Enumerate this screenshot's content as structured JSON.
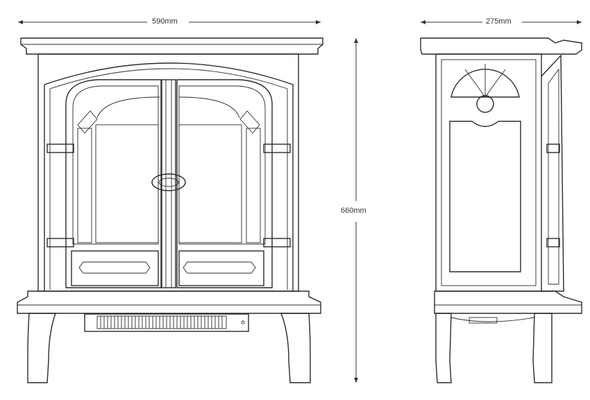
{
  "dimensions": {
    "width": "590mm",
    "depth": "275mm",
    "height": "660mm"
  },
  "colors": {
    "line": "#2a2a2a",
    "background": "#ffffff"
  }
}
